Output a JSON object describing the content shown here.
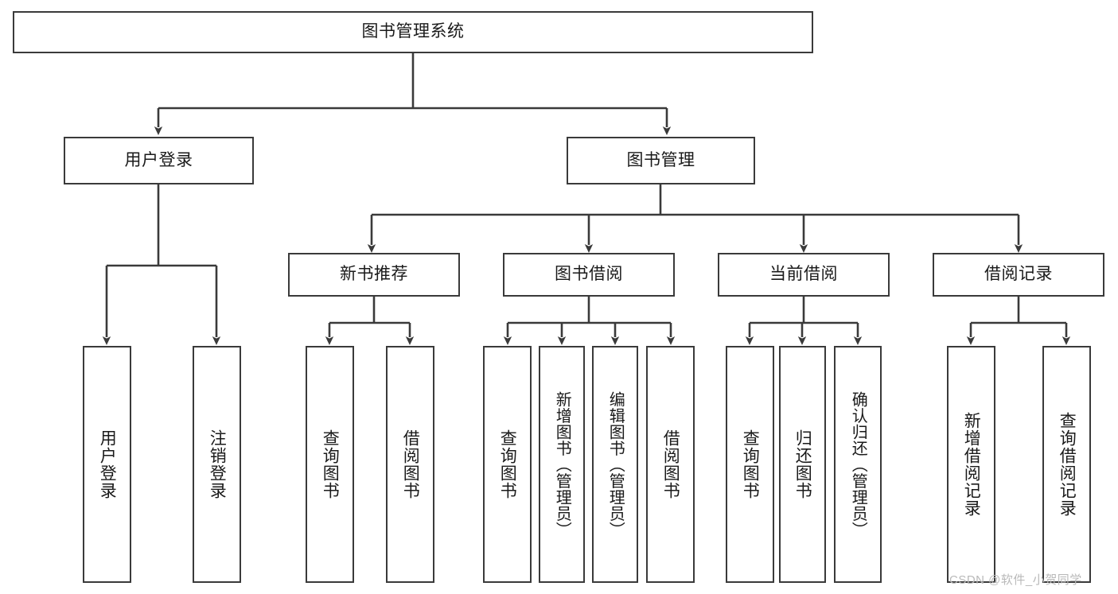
{
  "diagram": {
    "title_node": {
      "label": "图书管理系统"
    },
    "level2": [
      {
        "id": "user-login",
        "label": "用户登录"
      },
      {
        "id": "book-manage",
        "label": "图书管理"
      }
    ],
    "level3": [
      {
        "id": "new-book-recommend",
        "label": "新书推荐"
      },
      {
        "id": "book-borrow",
        "label": "图书借阅"
      },
      {
        "id": "current-borrow",
        "label": "当前借阅"
      },
      {
        "id": "borrow-record",
        "label": "借阅记录"
      }
    ],
    "leaves": {
      "user_login": [
        {
          "id": "leaf-user-login",
          "label": "用户登录"
        },
        {
          "id": "leaf-logout-login",
          "label": "注销登录"
        }
      ],
      "new_book_recommend": [
        {
          "id": "leaf-query-book-1",
          "label": "查询图书"
        },
        {
          "id": "leaf-borrow-book-1",
          "label": "借阅图书"
        }
      ],
      "book_borrow": [
        {
          "id": "leaf-query-book-2",
          "label": "查询图书"
        },
        {
          "id": "leaf-add-book",
          "label": "新增图书（管理员）"
        },
        {
          "id": "leaf-edit-book",
          "label": "编辑图书（管理员）"
        },
        {
          "id": "leaf-borrow-book-2",
          "label": "借阅图书"
        }
      ],
      "current_borrow": [
        {
          "id": "leaf-query-book-3",
          "label": "查询图书"
        },
        {
          "id": "leaf-return-book",
          "label": "归还图书"
        },
        {
          "id": "leaf-confirm-return",
          "label": "确认归还（管理员）"
        }
      ],
      "borrow_record": [
        {
          "id": "leaf-add-record",
          "label": "新增借阅记录"
        },
        {
          "id": "leaf-query-record",
          "label": "查询借阅记录"
        }
      ]
    }
  },
  "watermark": {
    "text": "CSDN @软件_小贺同学"
  },
  "colors": {
    "stroke": "#3a3a3a",
    "background": "#ffffff",
    "text": "#1a1a1a",
    "watermark": "#b9b9b9"
  }
}
